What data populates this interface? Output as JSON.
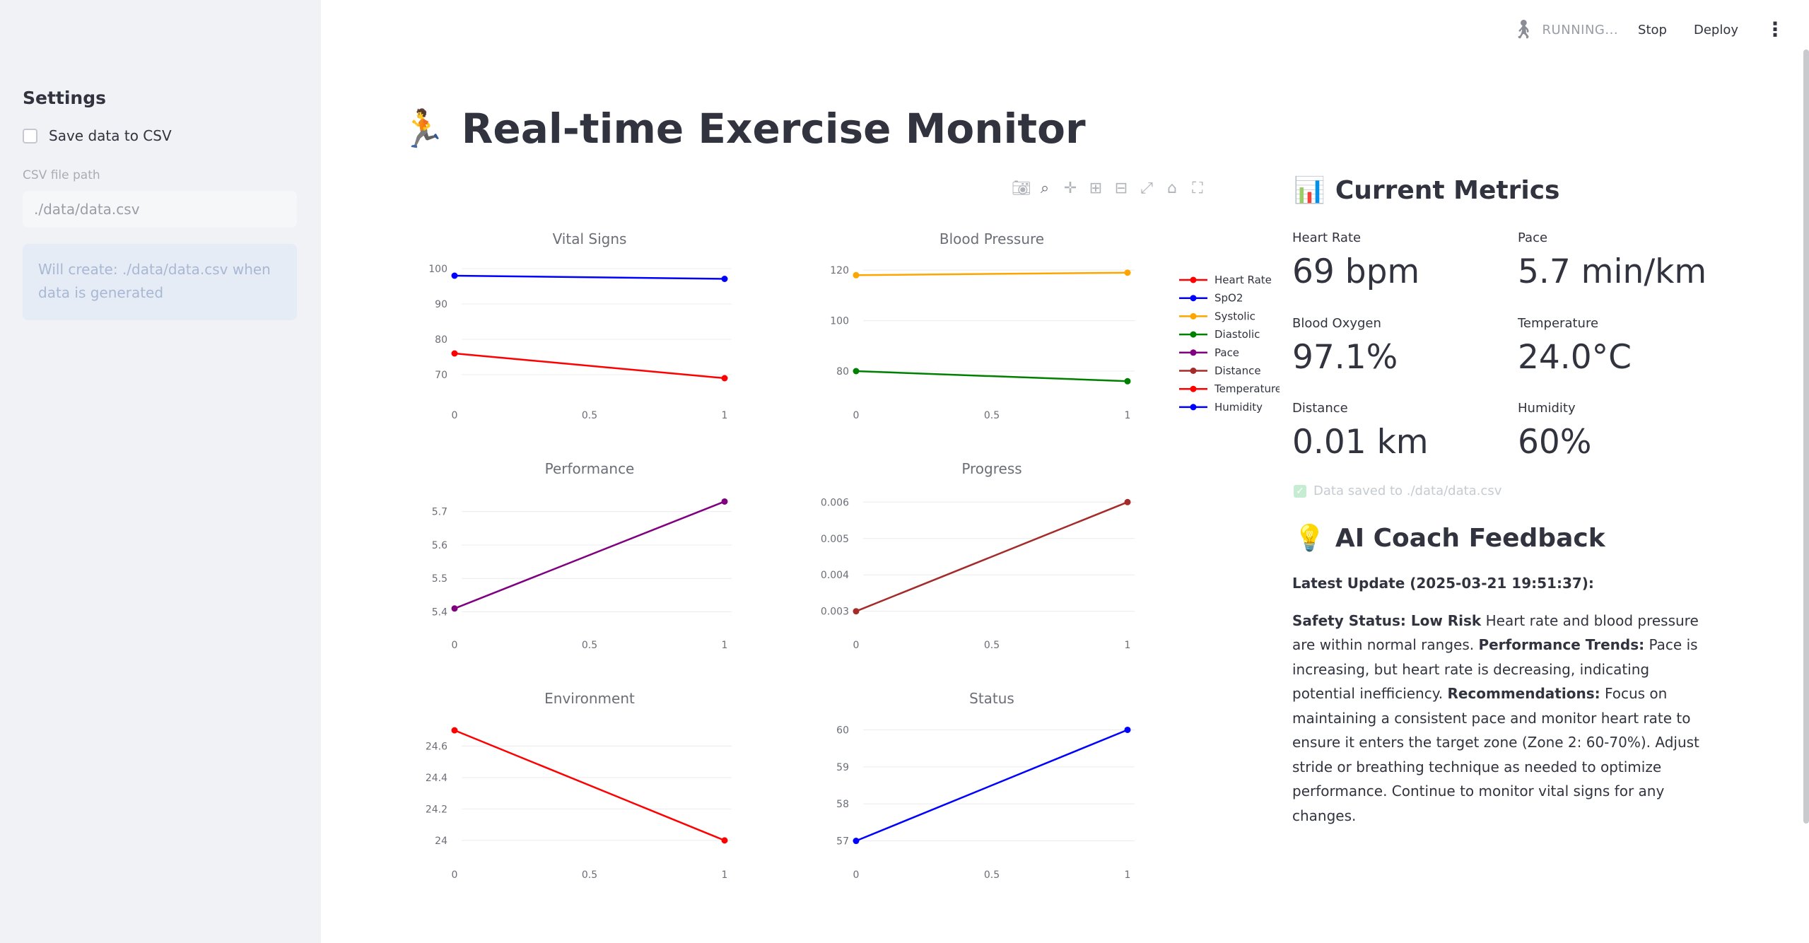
{
  "sidebar": {
    "title": "Settings",
    "save_checkbox_label": "Save data to CSV",
    "csv_label": "CSV file path",
    "csv_value": "./data/data.csv",
    "info": "Will create: ./data/data.csv when data is generated"
  },
  "toolbar": {
    "status": "RUNNING...",
    "stop": "Stop",
    "deploy": "Deploy",
    "menu": "⋮"
  },
  "header": {
    "emoji": "🏃",
    "title": "Real-time Exercise Monitor"
  },
  "metrics": {
    "emoji": "📊",
    "title": "Current Metrics",
    "items": [
      {
        "label": "Heart Rate",
        "value": "69 bpm"
      },
      {
        "label": "Pace",
        "value": "5.7 min/km"
      },
      {
        "label": "Blood Oxygen",
        "value": "97.1%"
      },
      {
        "label": "Temperature",
        "value": "24.0°C"
      },
      {
        "label": "Distance",
        "value": "0.01 km"
      },
      {
        "label": "Humidity",
        "value": "60%"
      }
    ],
    "saved_note": "Data saved to ./data/data.csv"
  },
  "coach": {
    "emoji": "💡",
    "title": "AI Coach Feedback",
    "latest_update": "Latest Update (2025-03-21 19:51:37):",
    "safety_label": "Safety Status: Low Risk",
    "safety_text": " Heart rate and blood pressure are within normal ranges. ",
    "perf_label": "Performance Trends:",
    "perf_text": " Pace is increasing, but heart rate is decreasing, indicating potential inefficiency. ",
    "rec_label": "Recommendations:",
    "rec_text": " Focus on maintaining a consistent pace and monitor heart rate to ensure it enters the target zone (Zone 2: 60-70%). Adjust stride or breathing technique as needed to optimize performance. Continue to monitor vital signs for any changes."
  },
  "chart_data": [
    {
      "type": "line",
      "title": "Vital Signs",
      "x": [
        0,
        1
      ],
      "xticks": [
        "0",
        "0.5",
        "1"
      ],
      "yticks": [
        70,
        80,
        90,
        100
      ],
      "ylim": [
        66,
        101
      ],
      "series": [
        {
          "name": "Heart Rate",
          "color": "#ff0000",
          "values": [
            76,
            69
          ]
        },
        {
          "name": "SpO2",
          "color": "#0000ff",
          "values": [
            98,
            97.1
          ]
        }
      ]
    },
    {
      "type": "line",
      "title": "Blood Pressure",
      "x": [
        0,
        1
      ],
      "xticks": [
        "0",
        "0.5",
        "1"
      ],
      "yticks": [
        80,
        100,
        120
      ],
      "ylim": [
        73,
        122
      ],
      "series": [
        {
          "name": "Systolic",
          "color": "#ffa500",
          "values": [
            118,
            119
          ]
        },
        {
          "name": "Diastolic",
          "color": "#008000",
          "values": [
            80,
            76
          ]
        }
      ]
    },
    {
      "type": "line",
      "title": "Performance",
      "x": [
        0,
        1
      ],
      "xticks": [
        "0",
        "0.5",
        "1"
      ],
      "yticks": [
        5.4,
        5.5,
        5.6,
        5.7
      ],
      "ylim": [
        5.38,
        5.75
      ],
      "series": [
        {
          "name": "Pace",
          "color": "#800080",
          "values": [
            5.41,
            5.73
          ]
        }
      ]
    },
    {
      "type": "line",
      "title": "Progress",
      "x": [
        0,
        1
      ],
      "xticks": [
        "0",
        "0.5",
        "1"
      ],
      "yticks": [
        0.003,
        0.004,
        0.005,
        0.006
      ],
      "ylim": [
        0.0028,
        0.0062
      ],
      "series": [
        {
          "name": "Distance",
          "color": "#a52a2a",
          "values": [
            0.003,
            0.006
          ]
        }
      ]
    },
    {
      "type": "line",
      "title": "Environment",
      "x": [
        0,
        1
      ],
      "xticks": [
        "0",
        "0.5",
        "1"
      ],
      "yticks": [
        24,
        24.2,
        24.4,
        24.6
      ],
      "ylim": [
        23.95,
        24.75
      ],
      "series": [
        {
          "name": "Temperature",
          "color": "#ff0000",
          "values": [
            24.7,
            24.0
          ]
        }
      ]
    },
    {
      "type": "line",
      "title": "Status",
      "x": [
        0,
        1
      ],
      "xticks": [
        "0",
        "0.5",
        "1"
      ],
      "yticks": [
        57,
        58,
        59,
        60
      ],
      "ylim": [
        56.8,
        60.2
      ],
      "series": [
        {
          "name": "Humidity",
          "color": "#0000ff",
          "values": [
            57,
            60
          ]
        }
      ]
    }
  ]
}
